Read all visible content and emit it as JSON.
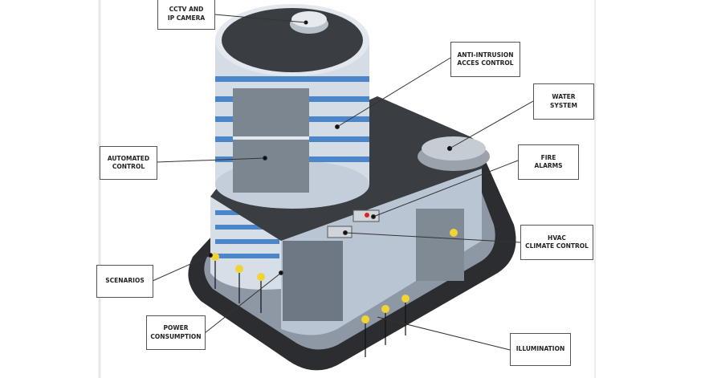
{
  "labels": {
    "cctv": [
      "CCTV AND",
      "IP CAMERA"
    ],
    "anti_intrusion": [
      "ANTI-INTRUSION",
      "ACCES CONTROL"
    ],
    "water": [
      "WATER",
      "SYSTEM"
    ],
    "fire": [
      "FIRE",
      "ALARMS"
    ],
    "automated": [
      "AUTOMATED",
      "CONTROL"
    ],
    "hvac": [
      "HVAC",
      "CLIMATE CONTROL"
    ],
    "scenarios": [
      "SCENARIOS"
    ],
    "power": [
      "POWER",
      "CONSUMPTION"
    ],
    "illumination": [
      "ILLUMINATION"
    ]
  },
  "colors": {
    "roof": "#3a3d42",
    "wall": "#c9d3de",
    "glass": "#4a86c8",
    "base": "#2b2d31",
    "light": "#f2d335"
  }
}
